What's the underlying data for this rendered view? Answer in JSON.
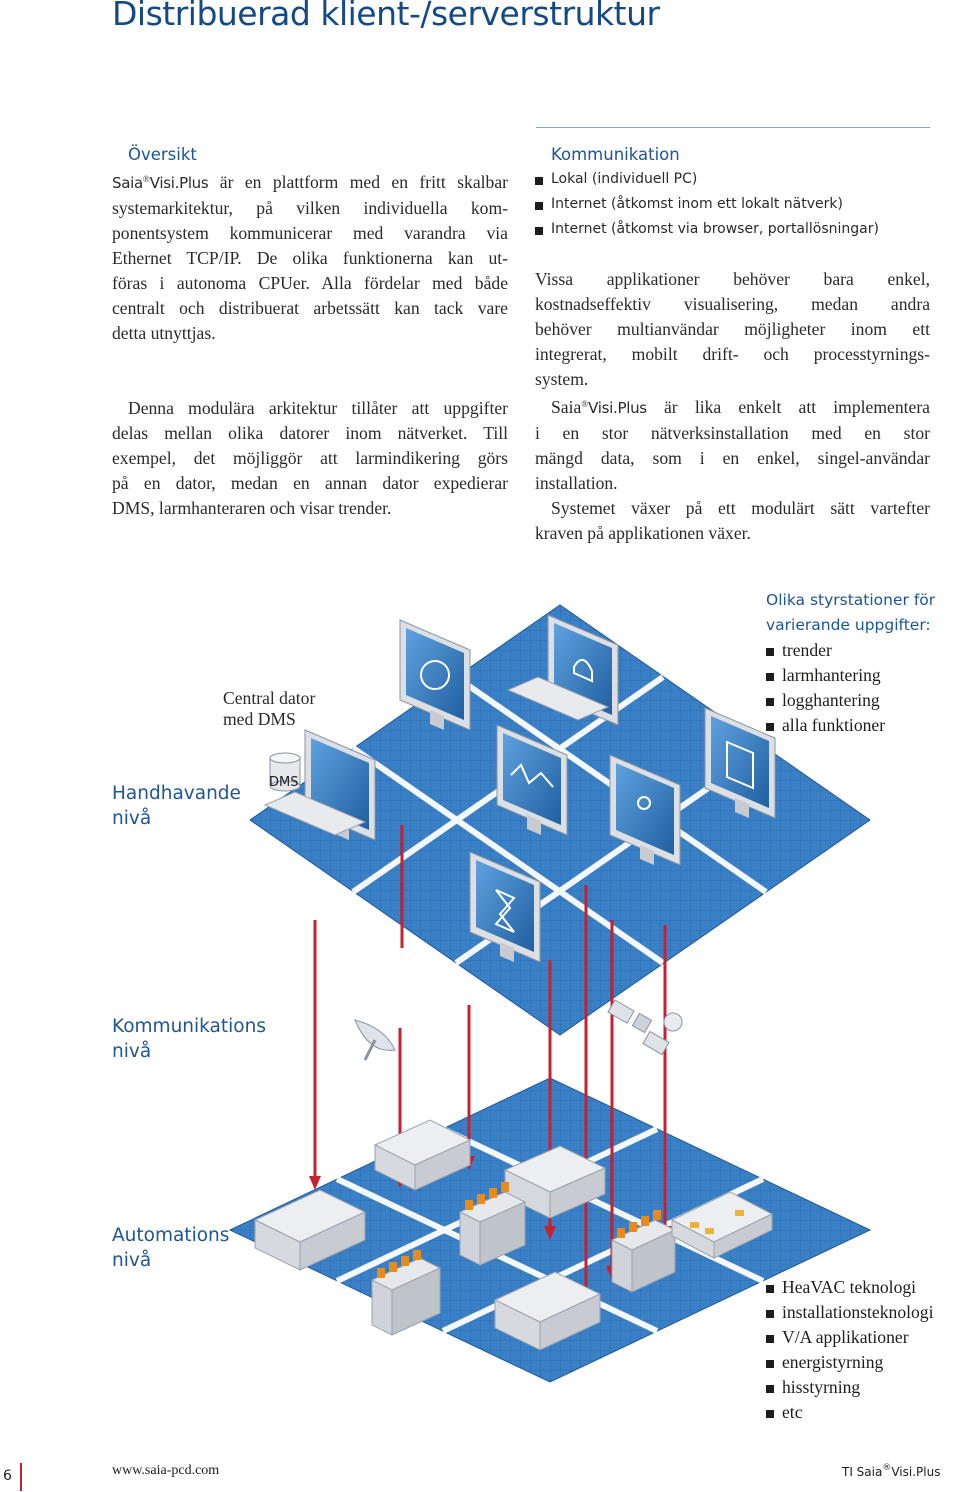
{
  "title": "Distribuerad klient-/serverstruktur",
  "left": {
    "heading": "Översikt",
    "p1_brand_a": "Saia",
    "p1_reg": "®",
    "p1_brand_b": "Visi.Plus",
    "p1_l1": " är en plattform med en fritt skalbar",
    "p1_l2": "systemarkitektur, på vilken individuella kom-",
    "p1_l3": "ponentsystem kommunicerar med varandra via",
    "p1_l4": "Ethernet TCP/IP. De olika funktionerna kan ut-",
    "p1_l5": "föras i autonoma CPUer. Alla fördelar med både",
    "p1_l6": "centralt och distribuerat arbetssätt kan tack vare",
    "p1_l7": "detta utnyttjas.",
    "p2_l1": "Denna modulära arkitektur tillåter att uppgifter",
    "p2_l2": "delas mellan olika datorer inom nätverket. Till",
    "p2_l3": "exempel, det möjliggör att larmindikering görs",
    "p2_l4": "på en dator, medan en annan dator expedierar",
    "p2_l5": "DMS, larmhanteraren och visar trender."
  },
  "right": {
    "heading": "Kommunikation",
    "bullets": [
      "Lokal (individuell PC)",
      "Internet (åtkomst inom ett lokalt nätverk)",
      "Internet (åtkomst via browser, portallösningar)"
    ],
    "p1_l1": "Vissa applikationer behöver bara enkel,",
    "p1_l2": "kostnadseffektiv visualisering, medan andra",
    "p1_l3": "behöver multianvändar möjligheter inom ett",
    "p1_l4": "integrerat, mobilt drift- och processtyrnings-",
    "p1_l5": "system.",
    "p2_brand_a": "Saia",
    "p2_reg": "®",
    "p2_brand_b": "Visi.Plus",
    "p2_l1": " är lika enkelt att implementera",
    "p2_l2": "i en stor nätverksinstallation med en stor",
    "p2_l3": "mängd data, som i en enkel, singel-användar",
    "p2_l4": "installation.",
    "p3_l1": "Systemet växer på ett modulärt sätt vartefter",
    "p3_l2": "kraven på applikationen växer."
  },
  "diagram": {
    "central_label_l1": "Central dator",
    "central_label_l2": "med DMS",
    "dms_label": "DMS",
    "stations_heading_l1": "Olika styrstationer för",
    "stations_heading_l2": "varierande uppgifter:",
    "stations_items": [
      "trender",
      "larmhantering",
      "logghantering",
      "alla funktioner"
    ],
    "level1_l1": "Handhavande",
    "level1_l2": "nivå",
    "level2_l1": "Kommunikations",
    "level2_l2": "nivå",
    "level3_l1": "Automations",
    "level3_l2": "nivå",
    "automation_items": [
      "HeaVAC teknologi",
      "installationsteknologi",
      "V/A applikationer",
      "energistyrning",
      "hisstyrning",
      "etc"
    ],
    "colors": {
      "grid_blue": "#2f74bd",
      "grid_line": "#ffffff",
      "link_red": "#c8202f",
      "monitor_screen": "#3b84c9"
    }
  },
  "footer": {
    "page_number": "6",
    "url": "www.saia-pcd.com",
    "ti": "TI Saia",
    "ti_reg": "®",
    "ti_brand": "Visi.Plus"
  }
}
